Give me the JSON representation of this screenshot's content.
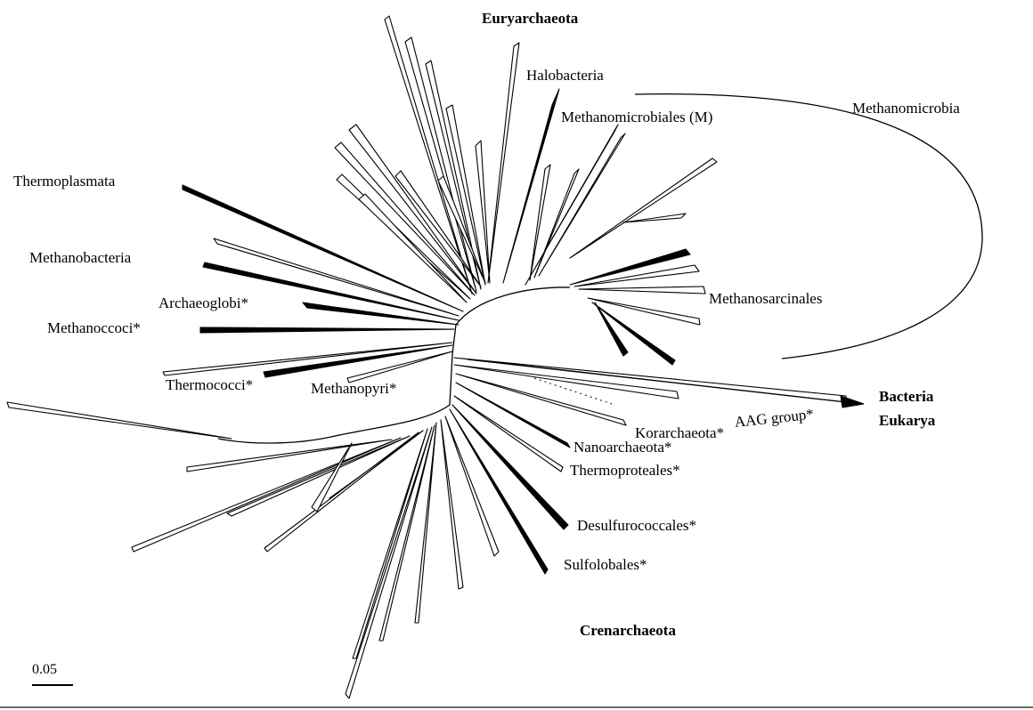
{
  "groups": {
    "euryarchaeota": "Euryarchaeota",
    "crenarchaeota": "Crenarchaeota",
    "methanomicrobia": "Methanomicrobia",
    "outgroup_bacteria": "Bacteria",
    "outgroup_eukarya": "Eukarya"
  },
  "clades": {
    "halobacteria": "Halobacteria",
    "methanomicrobiales": "Methanomicrobiales (M)",
    "thermoplasmata": "Thermoplasmata",
    "methanobacteria": "Methanobacteria",
    "archaeoglobi": "Archaeoglobi*",
    "methanococci": "Methanoccoci*",
    "thermococci": "Thermococci*",
    "methanopyri": "Methanopyri*",
    "methanosarcinales": "Methanosarcinales",
    "korarchaeota": "Korarchaeota*",
    "aag_group": "AAG group*",
    "nanoarchaeota": "Nanoarchaeota*",
    "thermoproteales": "Thermoproteales*",
    "desulfurococcales": "Desulfurococcales*",
    "sulfolobales": "Sulfolobales*"
  },
  "scale_bar": "0.05",
  "colors": {
    "ink": "#000000",
    "background": "#ffffff",
    "rule": "#6a6a6a"
  }
}
